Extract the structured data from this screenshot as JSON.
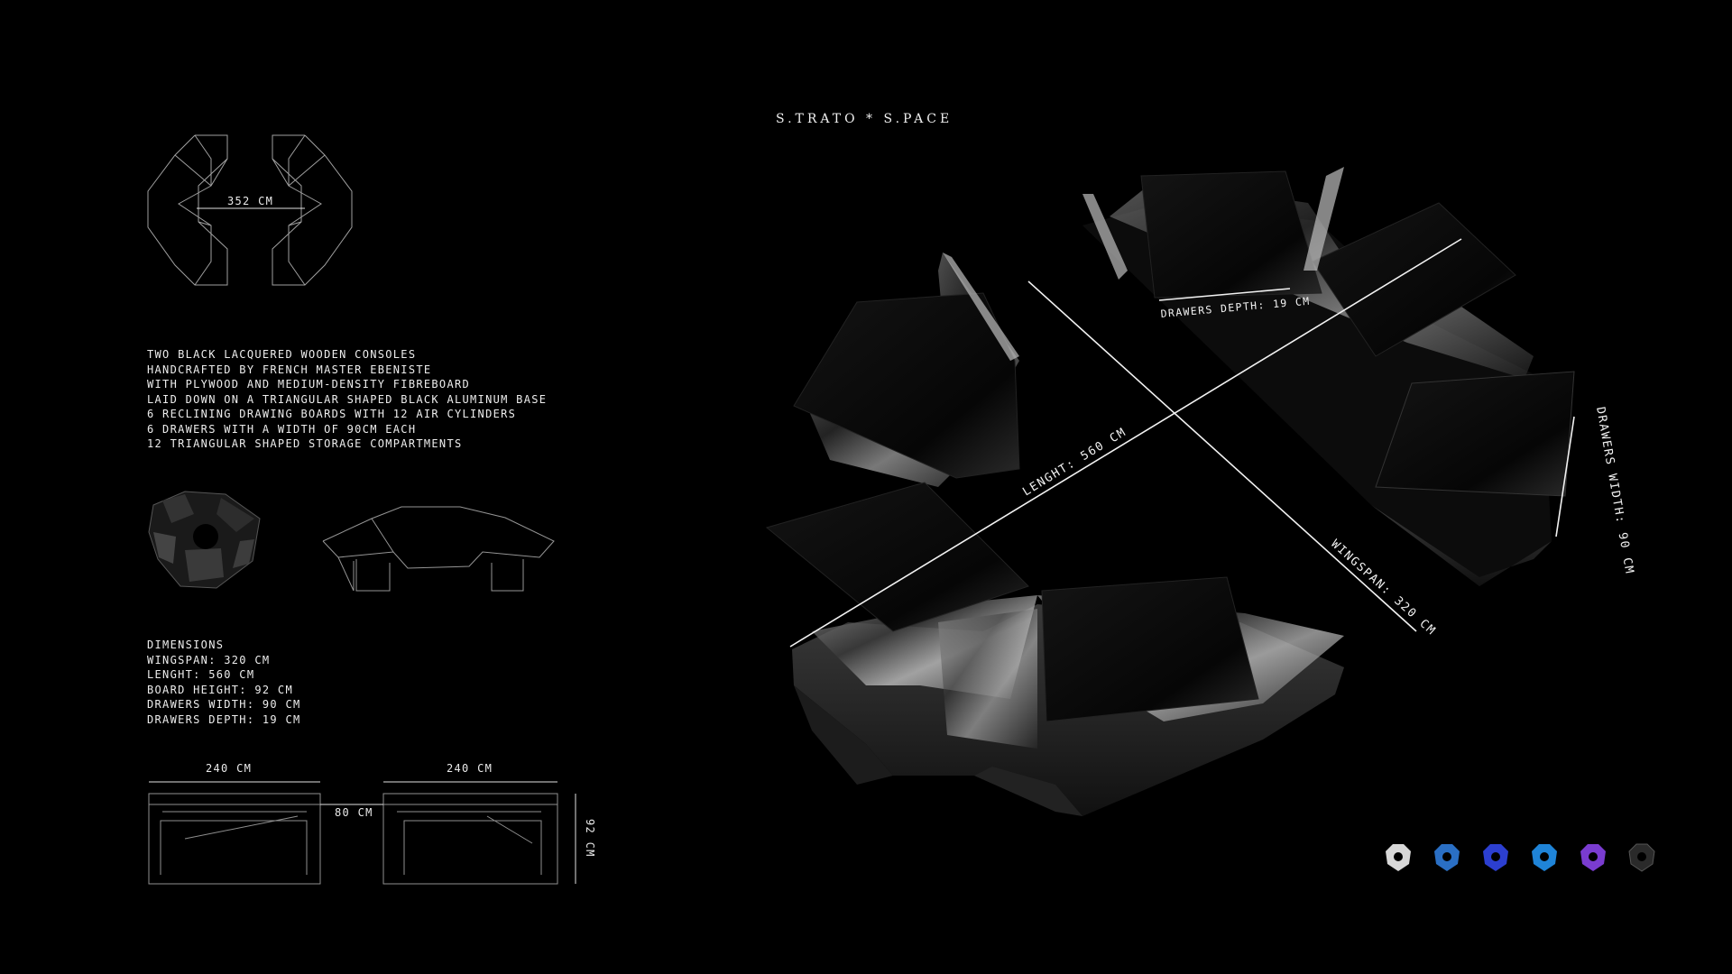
{
  "title": "S.TRATO * S.PACE",
  "top_plan": {
    "width_label": "352 CM"
  },
  "description": [
    "TWO BLACK LACQUERED WOODEN CONSOLES",
    "HANDCRAFTED BY FRENCH MASTER EBENISTE",
    "WITH PLYWOOD AND MEDIUM-DENSITY FIBREBOARD",
    "LAID DOWN ON A TRIANGULAR SHAPED BLACK ALUMINUM BASE",
    "6 RECLINING DRAWING BOARDS WITH 12 AIR CYLINDERS",
    "6 DRAWERS WITH A WIDTH OF 90CM EACH",
    "12 TRIANGULAR SHAPED STORAGE COMPARTMENTS"
  ],
  "dimensions": {
    "heading": "DIMENSIONS",
    "lines": [
      "WINGSPAN: 320 CM",
      "LENGHT: 560 CM",
      "BOARD HEIGHT: 92 CM",
      "DRAWERS WIDTH: 90 CM",
      "DRAWERS DEPTH: 19 CM"
    ]
  },
  "elevation": {
    "left_width": "240 CM",
    "right_width": "240 CM",
    "gap": "80 CM",
    "height": "92 CM"
  },
  "render_labels": {
    "length": "LENGHT: 560 CM",
    "wingspan": "WINGSPAN: 320 CM",
    "drawers_depth": "DRAWERS DEPTH: 19 CM",
    "drawers_width": "DRAWERS WIDTH: 90 CM"
  },
  "color_options": [
    {
      "name": "white",
      "color": "#d8d8d8"
    },
    {
      "name": "sky-blue",
      "color": "#2a6fc4"
    },
    {
      "name": "royal-blue",
      "color": "#2c3fd0"
    },
    {
      "name": "cyan-blue",
      "color": "#1f84d8"
    },
    {
      "name": "violet",
      "color": "#7a3cd0"
    },
    {
      "name": "black",
      "color": "#2a2a2a"
    }
  ]
}
